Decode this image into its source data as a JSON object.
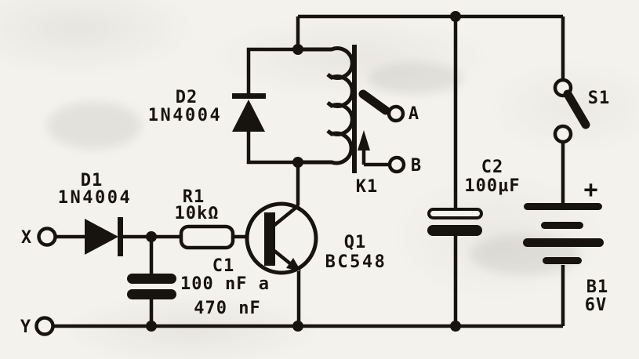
{
  "diagram": {
    "kind": "relay-driver-circuit-schematic",
    "ink_color": "#17130e",
    "paper_color": "#f4f2ed",
    "terminals": {
      "x": "X",
      "y": "Y"
    },
    "components": {
      "d1": {
        "ref": "D1",
        "value": "1N4004"
      },
      "d2": {
        "ref": "D2",
        "value": "1N4004"
      },
      "r1": {
        "ref": "R1",
        "value": "10kΩ"
      },
      "c1": {
        "ref": "C1",
        "value_line1": "100 nF a",
        "value_line2": "470 nF"
      },
      "q1": {
        "ref": "Q1",
        "value": "BC548"
      },
      "k1": {
        "ref": "K1",
        "contact_a": "A",
        "contact_b": "B"
      },
      "c2": {
        "ref": "C2",
        "value": "100µF"
      },
      "s1": {
        "ref": "S1"
      },
      "b1": {
        "ref": "B1",
        "value": "6V",
        "polarity": "+"
      }
    }
  }
}
